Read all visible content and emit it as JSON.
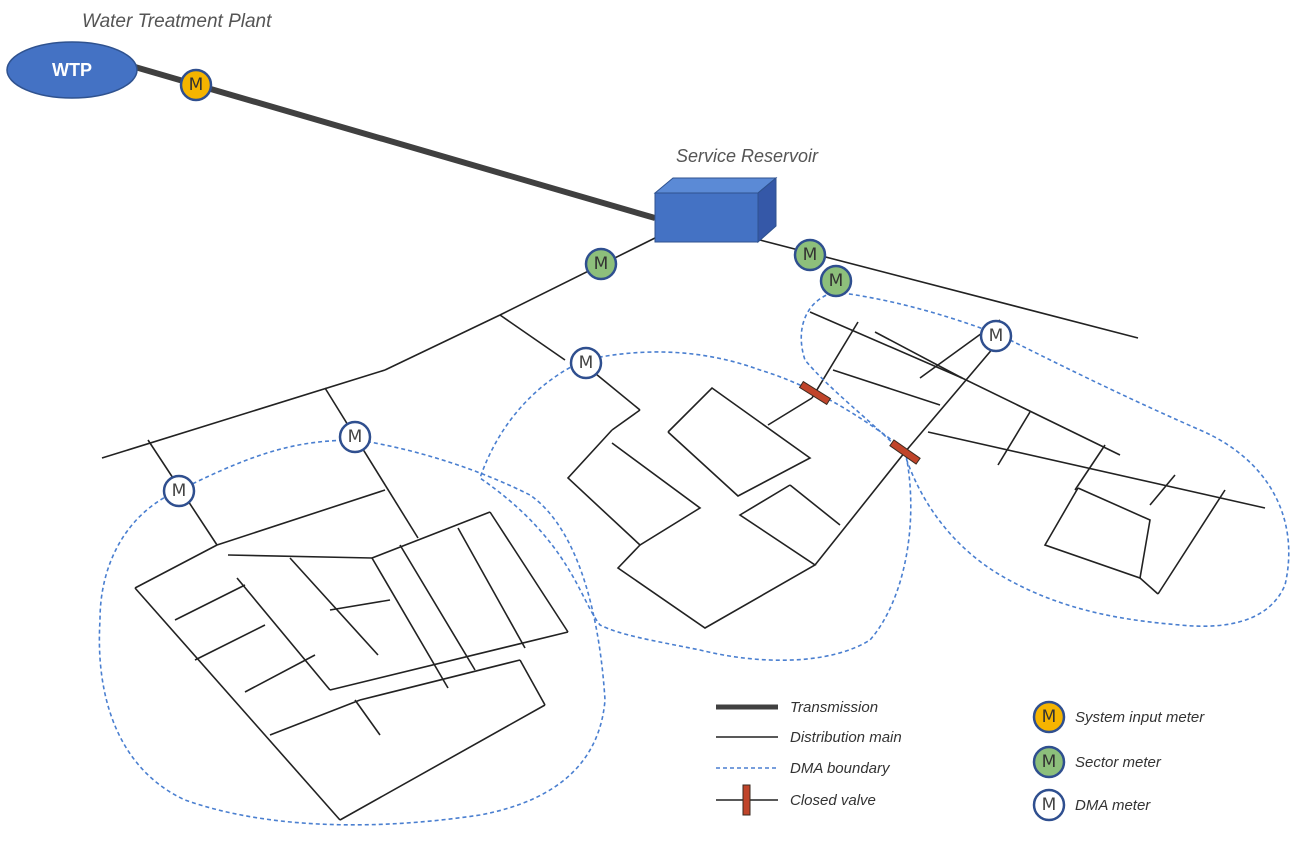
{
  "labels": {
    "wtp_caption": "Water Treatment Plant",
    "wtp_abbrev": "WTP",
    "reservoir_caption": "Service Reservoir"
  },
  "meter_letter": "M",
  "legend": {
    "transmission": "Transmission",
    "distribution_main": "Distribution main",
    "dma_boundary": "DMA boundary",
    "closed_valve": "Closed valve",
    "system_input_meter": "System input meter",
    "sector_meter": "Sector meter",
    "dma_meter": "DMA meter"
  },
  "colors": {
    "wtp_fill": "#4472c4",
    "reservoir_fill": "#4472c4",
    "transmission": "#404040",
    "distribution": "#222222",
    "dma_boundary": "#4a7fd0",
    "system_input_meter": "#f5b400",
    "sector_meter": "#8dbf7b",
    "dma_meter": "#ffffff",
    "meter_ring": "#2f4f8f",
    "closed_valve": "#c0442a"
  },
  "meters": [
    {
      "kind": "system_input_meter"
    },
    {
      "kind": "sector_meter"
    },
    {
      "kind": "sector_meter"
    },
    {
      "kind": "sector_meter"
    },
    {
      "kind": "dma_meter"
    },
    {
      "kind": "dma_meter"
    },
    {
      "kind": "dma_meter"
    },
    {
      "kind": "dma_meter"
    }
  ]
}
